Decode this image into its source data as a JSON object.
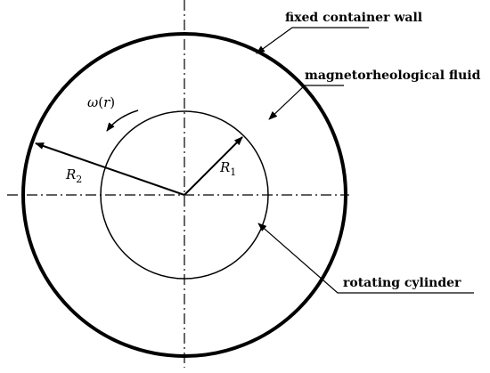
{
  "labels": {
    "container_wall": "fixed container wall",
    "fluid": "magnetorheological fluid",
    "cylinder": "rotating cylinder"
  },
  "symbols": {
    "omega": "ω",
    "omega_open": "(",
    "omega_arg": "r",
    "omega_close": ")",
    "r2_letter": "R",
    "r2_sub": "2",
    "r1_letter": "R",
    "r1_sub": "1"
  }
}
